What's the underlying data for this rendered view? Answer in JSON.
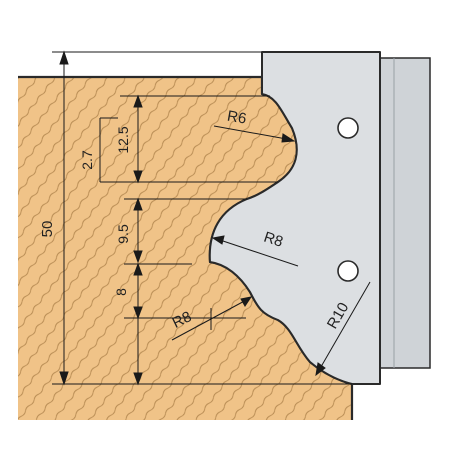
{
  "colors": {
    "wood_fill": "#f0c388",
    "wood_grain": "#b68a52",
    "wood_outline": "#2a2a2a",
    "cutter_fill": "#dcdfe2",
    "cutter_shade": "#c7cbcf",
    "dimension_line": "#1a1a1a",
    "background": "#ffffff"
  },
  "dimensions": {
    "total_height": "50",
    "upper_radius_depth": "2.7",
    "upper_bead_height": "12.5",
    "middle_step_height": "9.5",
    "lower_step_height": "8"
  },
  "radii": {
    "upper_bead": "R6",
    "middle_cove": "R8",
    "lower_bead": "R8",
    "bottom_cove": "R10"
  },
  "holes": {
    "count": 2
  }
}
